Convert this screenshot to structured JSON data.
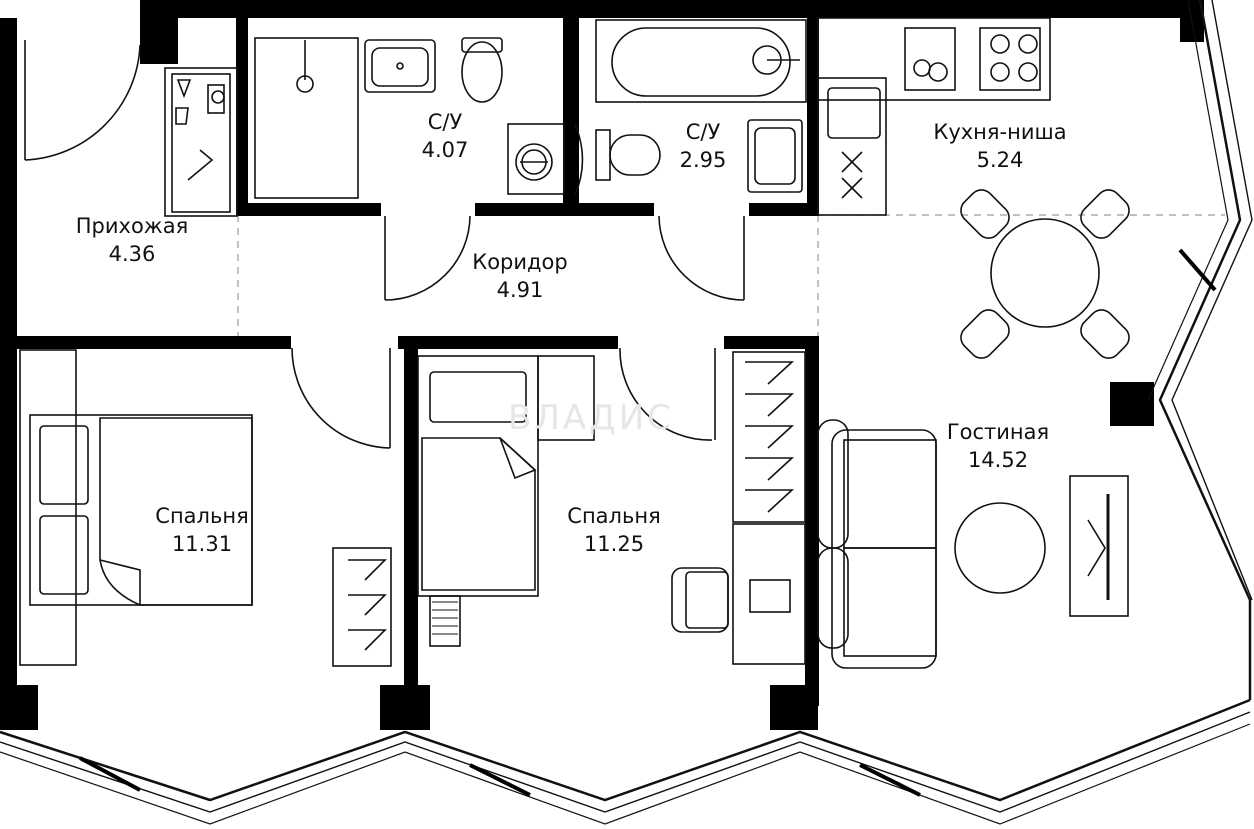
{
  "watermark": "ВЛАДИС",
  "rooms": [
    {
      "id": "hall",
      "name": "Прихожая",
      "area": "4.36"
    },
    {
      "id": "bath1",
      "name": "С/У",
      "area": "4.07"
    },
    {
      "id": "bath2",
      "name": "С/У",
      "area": "2.95"
    },
    {
      "id": "kitchen",
      "name": "Кухня-ниша",
      "area": "5.24"
    },
    {
      "id": "corridor",
      "name": "Коридор",
      "area": "4.91"
    },
    {
      "id": "bedroom1",
      "name": "Спальня",
      "area": "11.31"
    },
    {
      "id": "bedroom2",
      "name": "Спальня",
      "area": "11.25"
    },
    {
      "id": "living",
      "name": "Гостиная",
      "area": "14.52"
    }
  ],
  "colors": {
    "wall": "#000000",
    "line": "#111111",
    "background": "#ffffff",
    "dashed": "#9a9a9a"
  }
}
